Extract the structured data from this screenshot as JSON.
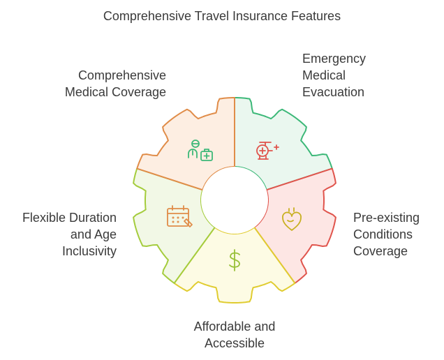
{
  "title": "Comprehensive Travel Insurance Features",
  "segments": [
    {
      "id": "medical",
      "lines": [
        "Comprehensive",
        "Medical Coverage"
      ],
      "icon": "doctor-medkit-icon",
      "stroke": "#3cb878",
      "fill": "#eaf7ef"
    },
    {
      "id": "evacuation",
      "lines": [
        "Emergency",
        "Medical",
        "Evacuation"
      ],
      "icon": "medical-helicopter-icon",
      "stroke": "#e0544c",
      "fill": "#fde6e4"
    },
    {
      "id": "preexisting",
      "lines": [
        "Pre-existing",
        "Conditions",
        "Coverage"
      ],
      "icon": "heart-icon",
      "stroke": "#e0cc30",
      "fill": "#fdfbe4"
    },
    {
      "id": "affordable",
      "lines": [
        "Affordable and",
        "Accessible"
      ],
      "icon": "dollar-icon",
      "stroke": "#a4cc3c",
      "fill": "#f2f8e6"
    },
    {
      "id": "flexible",
      "lines": [
        "Flexible Duration",
        "and Age",
        "Inclusivity"
      ],
      "icon": "calendar-icon",
      "stroke": "#e08c48",
      "fill": "#fdeee2"
    }
  ]
}
